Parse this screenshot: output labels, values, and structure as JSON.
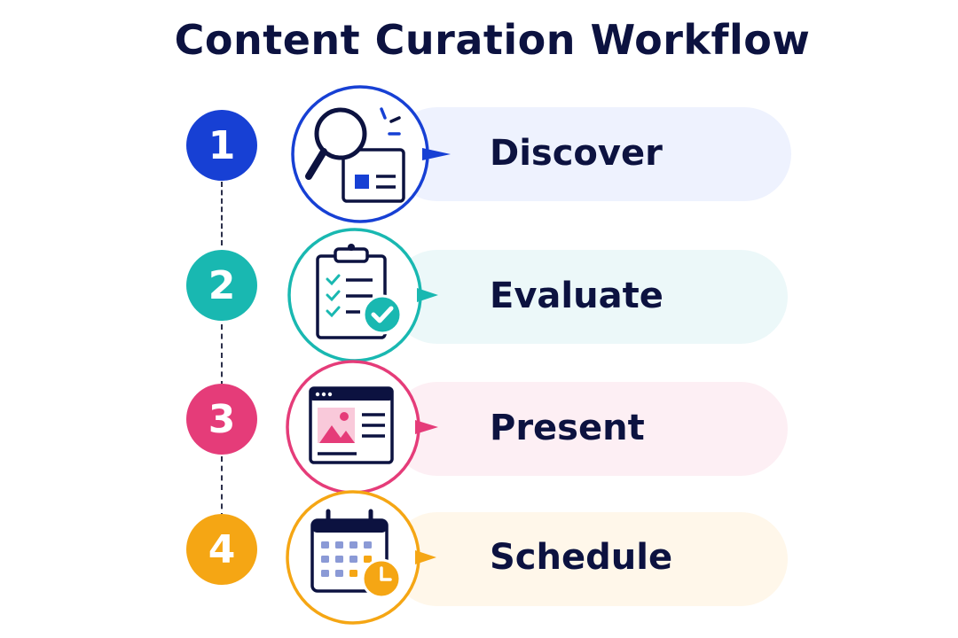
{
  "title": "Content Curation Workflow",
  "steps": [
    {
      "number": "1",
      "label": "Discover",
      "icon": "magnifier-document-icon",
      "color": "#1740d4",
      "bg": "#eef2fe"
    },
    {
      "number": "2",
      "label": "Evaluate",
      "icon": "clipboard-checklist-icon",
      "color": "#19b8b1",
      "bg": "#ecf8f9"
    },
    {
      "number": "3",
      "label": "Present",
      "icon": "web-page-image-icon",
      "color": "#e53c79",
      "bg": "#fdeff4"
    },
    {
      "number": "4",
      "label": "Schedule",
      "icon": "calendar-clock-icon",
      "color": "#f5a614",
      "bg": "#fff7ea"
    }
  ]
}
